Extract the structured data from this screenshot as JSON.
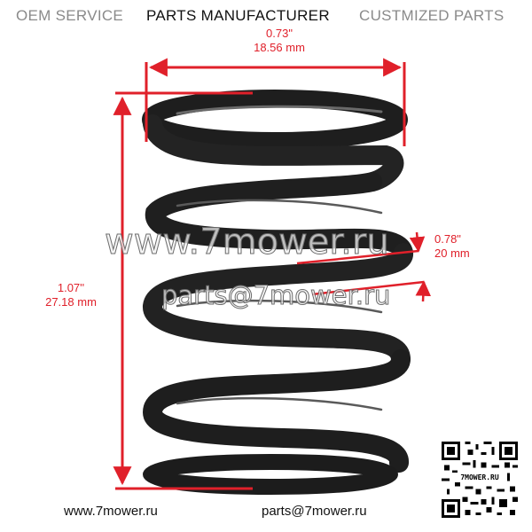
{
  "header": {
    "oem": "OEM SERVICE",
    "parts": "PARTS MANUFACTURER",
    "custom": "CUSTMIZED PARTS"
  },
  "dimensions": {
    "width_in": "0.73\"",
    "width_mm": "18.56 mm",
    "height_in": "1.07''",
    "height_mm": "27.18 mm",
    "wire_in": "0.78\"",
    "wire_mm": "20 mm"
  },
  "watermark": {
    "url": "www.7mower.ru",
    "email": "parts@7mower.ru"
  },
  "footer": {
    "website": "www.7mower.ru",
    "email": "parts@7mower.ru"
  },
  "qr": {
    "caption": "7MOWER.RU"
  },
  "colors": {
    "dimension_red": "#e0202a",
    "spring": "#222222"
  },
  "icons": [
    "spring-image",
    "qr-code-icon"
  ]
}
